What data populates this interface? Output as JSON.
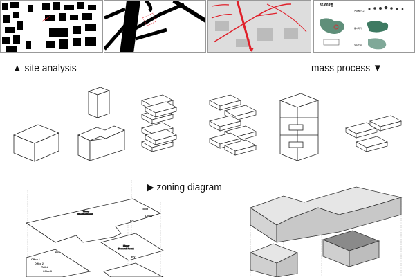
{
  "headings": {
    "site_analysis": "▲ site analysis",
    "mass_process": "mass process ▼",
    "zoning_diagram": "▶ zoning diagram"
  },
  "panels": [
    {
      "name": "figure-ground-map"
    },
    {
      "name": "road-network-map"
    },
    {
      "name": "street-circulation-map"
    },
    {
      "name": "statistics-infographic",
      "big_number": "36,603명",
      "labels": [
        "연령별 인구",
        "공시지가",
        "토지소유"
      ]
    }
  ],
  "zoning": {
    "rooms": [
      "Library (Reading Room)",
      "Library (Research Room)",
      "E/V",
      "Office 1",
      "Office 2",
      "Office 3",
      "Toilet",
      "Lobby"
    ]
  },
  "colors": {
    "accent": "#e0202a",
    "mass_fill": "#e6e6e6",
    "mass_dark": "#8a8a8a"
  }
}
